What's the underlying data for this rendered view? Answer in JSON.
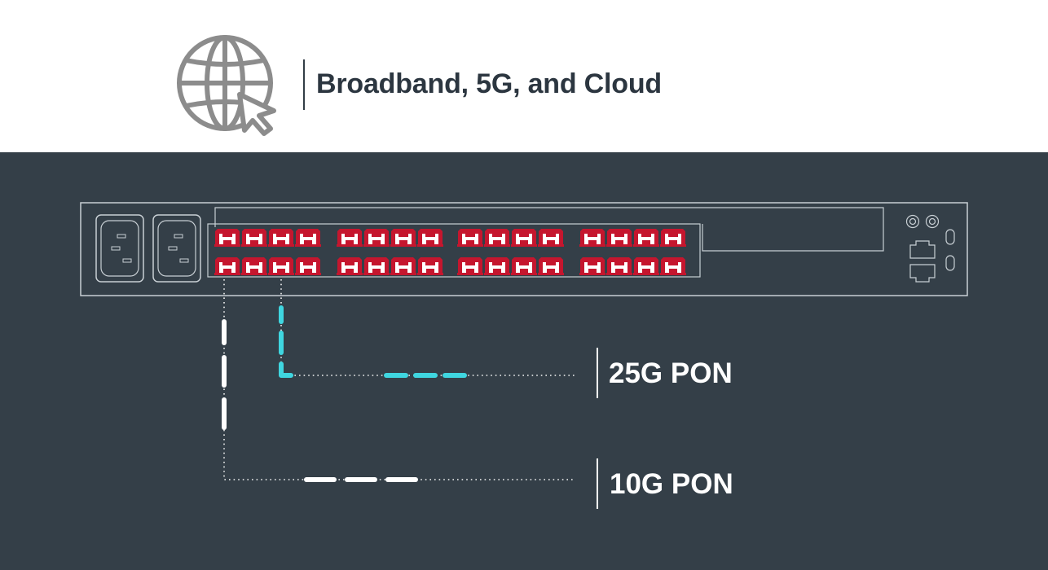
{
  "header": {
    "title": "Broadband, 5G, and Cloud",
    "icon": "globe-cursor-icon"
  },
  "colors": {
    "panel_background": "#343f48",
    "device_outline": "#c8cfd4",
    "port": "#c5162e",
    "link_25g": "#3fd6e0",
    "link_10g": "#ffffff",
    "header_text": "#2c3640"
  },
  "device": {
    "power_inlets": 2,
    "port_rows": 2,
    "port_groups_per_row": 4,
    "ports_per_group": 4
  },
  "links": [
    {
      "label": "25G PON",
      "color": "#3fd6e0"
    },
    {
      "label": "10G PON",
      "color": "#ffffff"
    }
  ]
}
